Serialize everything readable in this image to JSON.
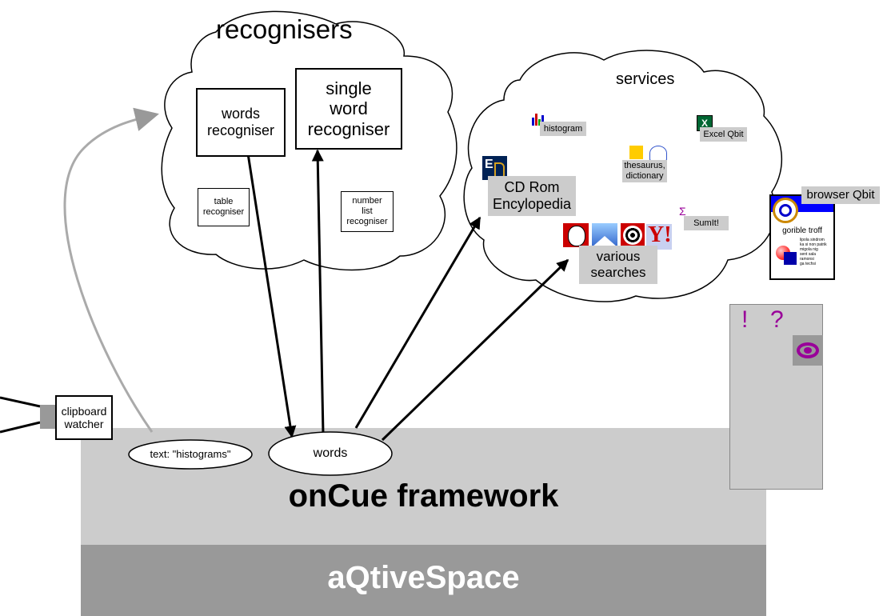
{
  "recognisers": {
    "title": "recognisers",
    "words_recogniser": "words\nrecogniser",
    "single_word_recogniser": "single\nword\nrecogniser",
    "table_recogniser": "table\nrecogniser",
    "number_list_recogniser": "number\nlist\nrecogniser"
  },
  "services": {
    "title": "services",
    "histogram": "histogram",
    "excel_qbit": "Excel Qbit",
    "thesaurus_dictionary": "thesaurus,\ndictionary",
    "cd_rom": "CD Rom\nEncylopedia",
    "sumit": "SumIt!",
    "various_searches": "various\nsearches"
  },
  "browser": {
    "label": "browser Qbit",
    "doc_title": "gorible troff",
    "doc_text": "lipola sindrom\nka si non patrik\nmigola nig\nsent sala\nramonsi\nga techsi"
  },
  "panel": {
    "exclaim": "!",
    "question": "?"
  },
  "clipboard": "clipboard\nwatcher",
  "text_token": "text: \"histograms\"",
  "words_token": "words",
  "framework": "onCue framework",
  "platform": "aQtiveSpace",
  "colors": {
    "framework_gray": "#cccccc",
    "platform_gray": "#999999",
    "label_gray": "#cccccc",
    "panel_gray": "#cccccc",
    "accent_purple": "#990099",
    "browser_blue": "#0000ff"
  }
}
